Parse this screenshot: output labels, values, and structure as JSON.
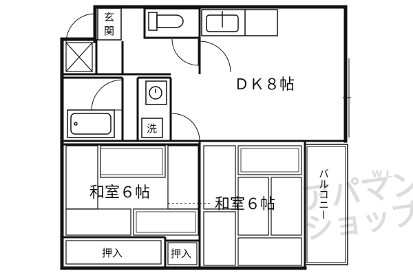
{
  "labels": {
    "genkan_1": "玄",
    "genkan_2": "関",
    "dk": "ＤＫ８帖",
    "washitsu_left": "和室６帖",
    "washitsu_right": "和室６帖",
    "sen": "洗",
    "oshiire_left": "押入",
    "oshiire_right": "押入",
    "balcony": "バルコニー"
  },
  "watermark": {
    "line1": "アパマン",
    "line2": "ショップ",
    "small": "W L"
  }
}
